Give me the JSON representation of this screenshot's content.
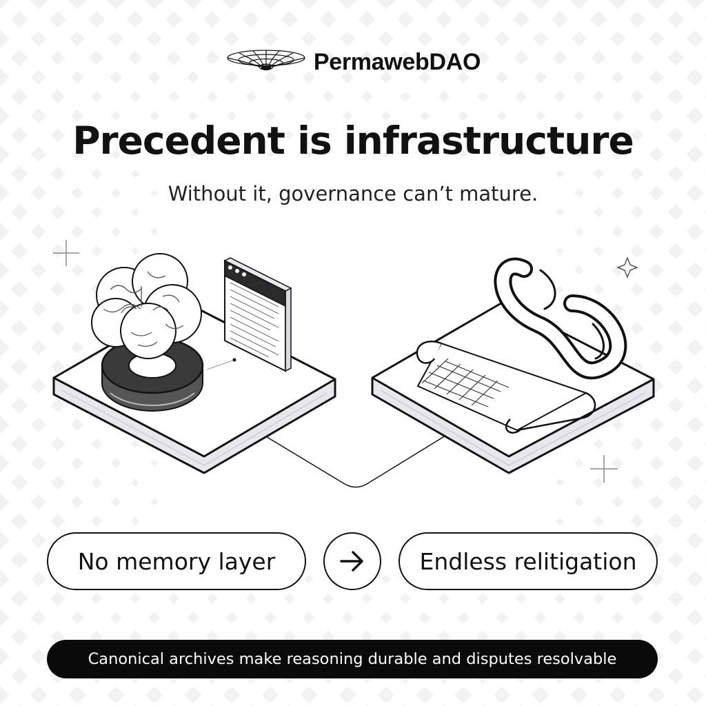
{
  "brand": {
    "name": "PermawebDAO",
    "logo_icon": "wormhole-funnel-icon"
  },
  "title": "Precedent is infrastructure",
  "subtitle": "Without it, governance can’t mature.",
  "illustration": {
    "left_platform": {
      "icons": [
        "brain-icon",
        "ring-icon",
        "browser-window-icon"
      ]
    },
    "right_platform": {
      "icons": [
        "infinity-icon",
        "scroll-grid-icon"
      ]
    },
    "decorations": [
      "sparkle-icon"
    ]
  },
  "flow": {
    "left_label": "No memory layer",
    "arrow_icon": "arrow-right-icon",
    "right_label": "Endless relitigation"
  },
  "banner": {
    "text": "Canonical archives make reasoning durable and disputes resolvable"
  },
  "colors": {
    "ink": "#111111",
    "platform_side": "#e6e6ec",
    "pattern": "#f2f2f2",
    "banner_bg": "#0a0a0a",
    "banner_text": "#ffffff"
  }
}
